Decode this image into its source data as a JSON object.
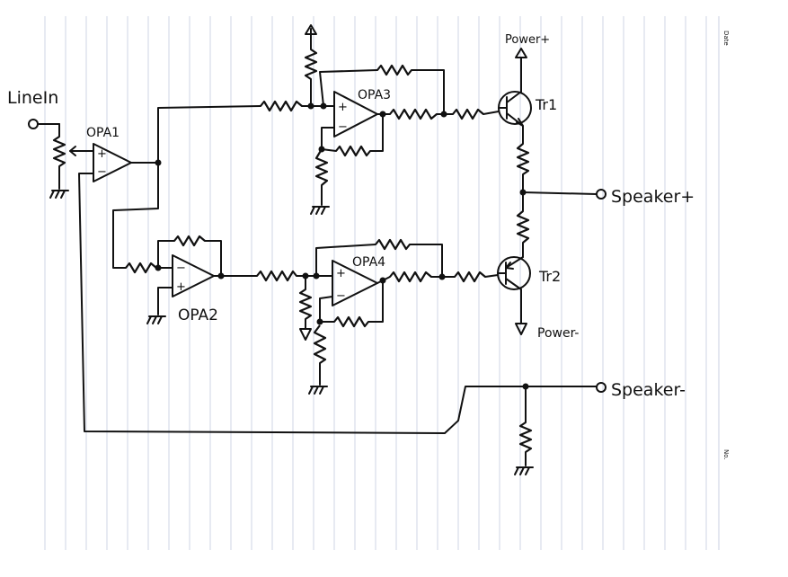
{
  "sheet": {
    "corner_label_top": "Date",
    "corner_label_bottom": "No."
  },
  "labels": {
    "line_in": "LineIn",
    "opa1": "OPA1",
    "opa2": "OPA2",
    "opa3": "OPA3",
    "opa4": "OPA4",
    "tr1": "Tr1",
    "tr2": "Tr2",
    "power_plus": "Power+",
    "power_minus": "Power-",
    "speaker_plus": "Speaker+",
    "speaker_minus": "Speaker-",
    "plus": "+",
    "minus": "−"
  },
  "colors": {
    "ink": "#111111",
    "paper": "#ffffff",
    "rule": "#cfd6e6"
  }
}
